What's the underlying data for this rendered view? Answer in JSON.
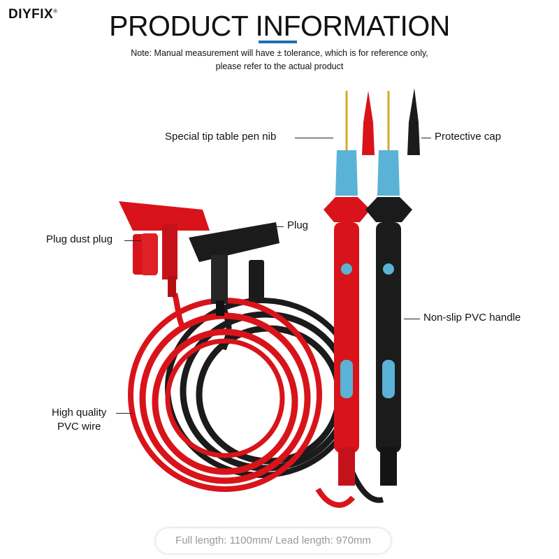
{
  "brand": {
    "name": "DIYFIX",
    "mark": "®"
  },
  "title": "PRODUCT INFORMATION",
  "note": {
    "line1": "Note: Manual measurement will have ± tolerance, which is for reference only,",
    "line2": "please refer to the actual product"
  },
  "labels": {
    "tip": "Special tip table pen nib",
    "cap": "Protective cap",
    "dust_plug": "Plug dust plug",
    "plug": "Plug",
    "handle": "Non-slip PVC handle",
    "wire_line1": "High quality",
    "wire_line2": "PVC wire"
  },
  "footer": "Full length: 1100mm/ Lead length: 970mm",
  "colors": {
    "red": "#d8141a",
    "black": "#1b1b1b",
    "blue_grip": "#5ab3d6",
    "accent": "#1f6fb5",
    "gold": "#d4a92c"
  }
}
